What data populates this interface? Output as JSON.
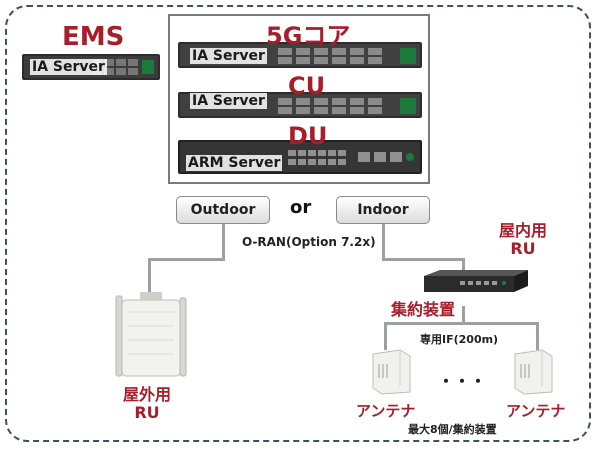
{
  "ems": {
    "title": "EMS",
    "server": "IA Server"
  },
  "core": {
    "title": "5Gコア",
    "server": "IA Server"
  },
  "cu": {
    "title": "CU",
    "server": "IA Server"
  },
  "du": {
    "title": "DU",
    "server": "ARM Server"
  },
  "choice": {
    "outdoor": "Outdoor",
    "or": "or",
    "indoor": "Indoor"
  },
  "fronthaul": "O-RAN(Option 7.2x)",
  "indoor_ru": {
    "line1": "屋内用",
    "line2": "RU"
  },
  "aggregator": "集約装置",
  "dedicated_if": "専用IF(200m)",
  "dots": "・・・",
  "antenna_left": "アンテナ",
  "antenna_right": "アンテナ",
  "max_note": "最大8個/集約装置",
  "outdoor_ru": {
    "line1": "屋外用",
    "line2": "RU"
  },
  "colors": {
    "accent": "#a81d2a",
    "frame": "#3d5166",
    "line": "#9aa0a6"
  }
}
